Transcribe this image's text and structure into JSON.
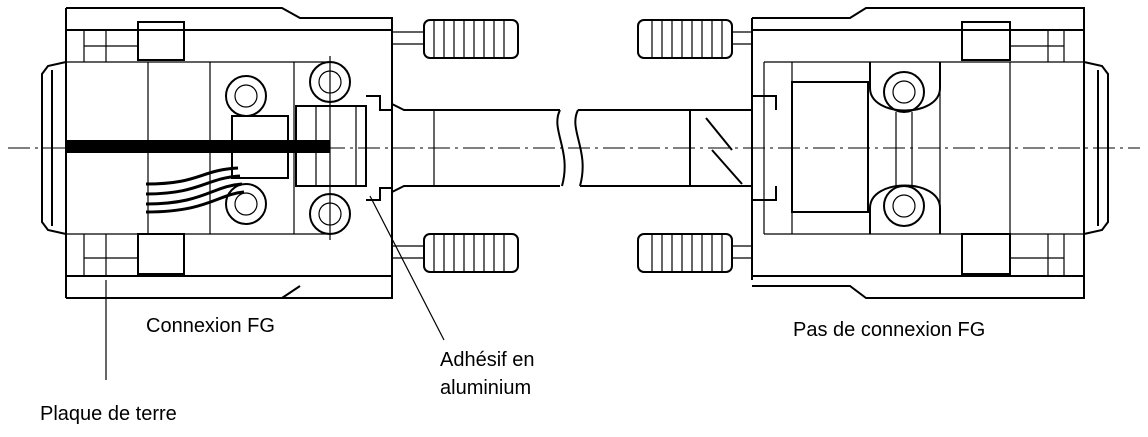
{
  "labels": {
    "fg_connection": "Connexion FG",
    "aluminium_adhesive_line1": "Adhésif en",
    "aluminium_adhesive_line2": "aluminium",
    "ground_plate": "Plaque de terre",
    "no_fg_connection": "Pas de connexion FG"
  },
  "colors": {
    "line": "#000000",
    "background": "#ffffff"
  }
}
